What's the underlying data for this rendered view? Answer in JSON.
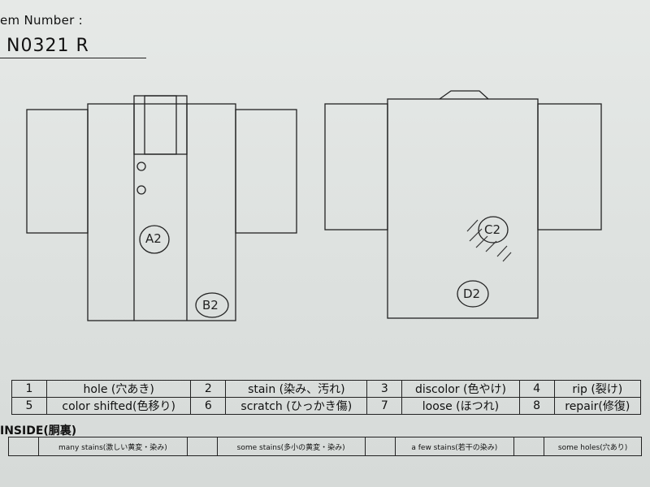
{
  "header": {
    "label": "em Number :",
    "item_number": "N0321   R"
  },
  "front": {
    "marks": [
      "A2",
      "B2"
    ]
  },
  "back": {
    "marks": [
      "C2",
      "D2"
    ]
  },
  "legend": [
    {
      "num": "1",
      "text": "hole (穴あき)"
    },
    {
      "num": "2",
      "text": "stain (染み、汚れ)"
    },
    {
      "num": "3",
      "text": "discolor (色やけ)"
    },
    {
      "num": "4",
      "text": "rip (裂け)"
    },
    {
      "num": "5",
      "text": "color shifted(色移り)"
    },
    {
      "num": "6",
      "text": "scratch (ひっかき傷)"
    },
    {
      "num": "7",
      "text": "loose (ほつれ)"
    },
    {
      "num": "8",
      "text": "repair(修復)"
    }
  ],
  "inside": {
    "label": "INSIDE(胴裏)",
    "items": [
      "many stains(激しい黄変・染み)",
      "some stains(多小の黄変・染み)",
      "a few stains(若干の染み)",
      "some holes(穴あり)"
    ]
  },
  "colors": {
    "paper": "#e3e6e4",
    "ink": "#222222"
  }
}
